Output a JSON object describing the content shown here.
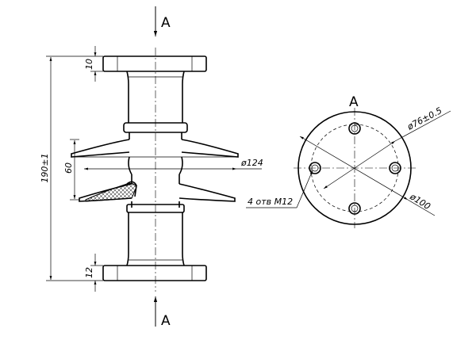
{
  "view_labels": {
    "top": "A",
    "bottom": "A",
    "plan": "A"
  },
  "dimensions": {
    "overall_height": "190±1",
    "flange_top": "10",
    "flange_bottom": "12",
    "shed_spacing": "60",
    "shed_diameter": "ø124",
    "bolt_circle": "ø76±0.5",
    "flange_diameter": "ø100",
    "holes": "4 отв  M12"
  }
}
